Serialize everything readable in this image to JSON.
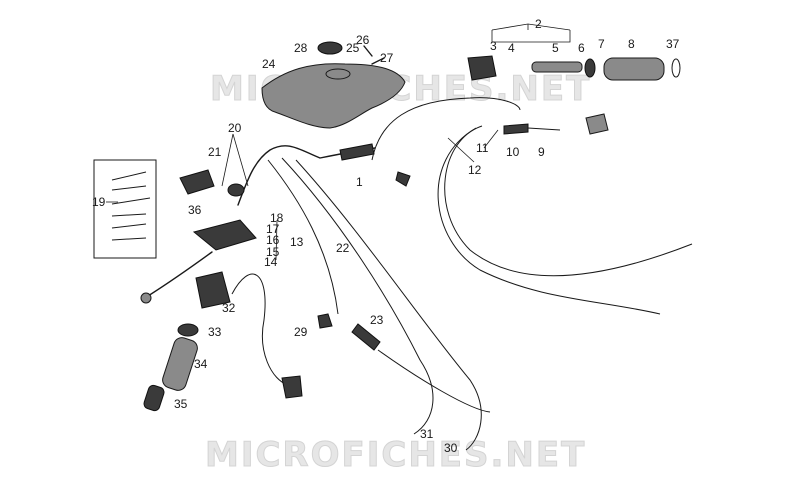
{
  "watermarks": [
    "MICROFICHES.NET",
    "MICROFICHES.NET"
  ],
  "callouts": [
    {
      "id": "c1",
      "label": "1"
    },
    {
      "id": "c2",
      "label": "2"
    },
    {
      "id": "c3",
      "label": "3"
    },
    {
      "id": "c4",
      "label": "4"
    },
    {
      "id": "c5",
      "label": "5"
    },
    {
      "id": "c6",
      "label": "6"
    },
    {
      "id": "c7",
      "label": "7"
    },
    {
      "id": "c8",
      "label": "8"
    },
    {
      "id": "c9",
      "label": "9"
    },
    {
      "id": "c10",
      "label": "10"
    },
    {
      "id": "c11",
      "label": "11"
    },
    {
      "id": "c12",
      "label": "12"
    },
    {
      "id": "c13",
      "label": "13"
    },
    {
      "id": "c14",
      "label": "14"
    },
    {
      "id": "c15",
      "label": "15"
    },
    {
      "id": "c16",
      "label": "16"
    },
    {
      "id": "c17",
      "label": "17"
    },
    {
      "id": "c18",
      "label": "18"
    },
    {
      "id": "c19",
      "label": "19"
    },
    {
      "id": "c20",
      "label": "20"
    },
    {
      "id": "c21",
      "label": "21"
    },
    {
      "id": "c22",
      "label": "22"
    },
    {
      "id": "c23",
      "label": "23"
    },
    {
      "id": "c24",
      "label": "24"
    },
    {
      "id": "c25",
      "label": "25"
    },
    {
      "id": "c26",
      "label": "26"
    },
    {
      "id": "c27",
      "label": "27"
    },
    {
      "id": "c28",
      "label": "28"
    },
    {
      "id": "c29",
      "label": "29"
    },
    {
      "id": "c30",
      "label": "30"
    },
    {
      "id": "c31",
      "label": "31"
    },
    {
      "id": "c32",
      "label": "32"
    },
    {
      "id": "c33",
      "label": "33"
    },
    {
      "id": "c34",
      "label": "34"
    },
    {
      "id": "c35",
      "label": "35"
    },
    {
      "id": "c36",
      "label": "36"
    },
    {
      "id": "c37",
      "label": "37"
    }
  ]
}
